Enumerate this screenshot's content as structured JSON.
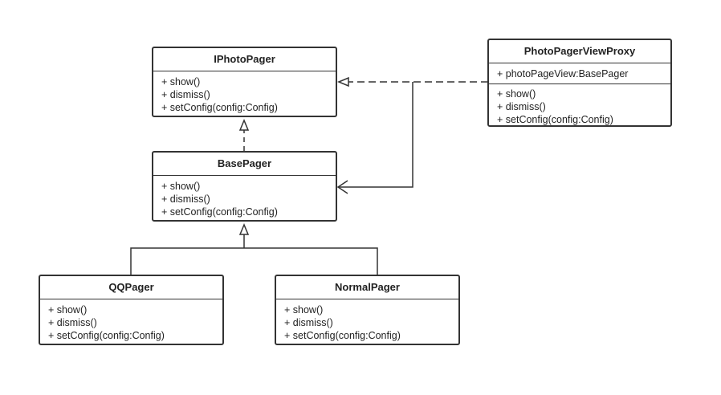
{
  "classes": {
    "iphotopager": {
      "name": "IPhotoPager",
      "methods": [
        "+ show()",
        "+ dismiss()",
        "+ setConfig(config:Config)"
      ]
    },
    "basepager": {
      "name": "BasePager",
      "methods": [
        "+ show()",
        "+ dismiss()",
        "+ setConfig(config:Config)"
      ]
    },
    "qqpager": {
      "name": "QQPager",
      "methods": [
        "+ show()",
        "+ dismiss()",
        "+ setConfig(config:Config)"
      ]
    },
    "normalpager": {
      "name": "NormalPager",
      "methods": [
        "+ show()",
        "+ dismiss()",
        "+ setConfig(config:Config)"
      ]
    },
    "photopagerviewproxy": {
      "name": "PhotoPagerViewProxy",
      "attributes": [
        "+ photoPageView:BasePager"
      ],
      "methods": [
        "+ show()",
        "+ dismiss()",
        "+ setConfig(config:Config)"
      ]
    }
  },
  "relations": [
    {
      "kind": "realization",
      "from": "BasePager",
      "to": "IPhotoPager"
    },
    {
      "kind": "generalization",
      "from": "QQPager",
      "to": "BasePager"
    },
    {
      "kind": "generalization",
      "from": "NormalPager",
      "to": "BasePager"
    },
    {
      "kind": "realization",
      "from": "PhotoPagerViewProxy",
      "to": "IPhotoPager"
    },
    {
      "kind": "association",
      "from": "PhotoPagerViewProxy",
      "to": "BasePager"
    }
  ],
  "colors": {
    "line": "#333333",
    "background": "#ffffff",
    "text": "#222222"
  }
}
